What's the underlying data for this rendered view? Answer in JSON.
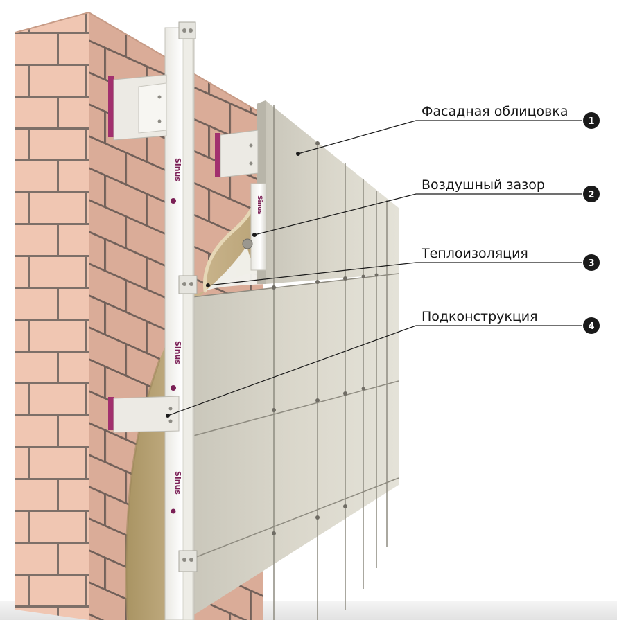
{
  "callouts": [
    {
      "number": "1",
      "label": "Фасадная облицовка"
    },
    {
      "number": "2",
      "label": "Воздушный зазор"
    },
    {
      "number": "3",
      "label": "Теплоизоляция"
    },
    {
      "number": "4",
      "label": "Подконструкция"
    }
  ],
  "brand_marking": "Sinus",
  "colors": {
    "brick": "#f0c6b2",
    "mortar": "#7d6f68",
    "panel": "#d3d0c4",
    "insulation": "#c6b289",
    "bracket_pad": "#a2306e",
    "badge": "#1a1a1a"
  }
}
